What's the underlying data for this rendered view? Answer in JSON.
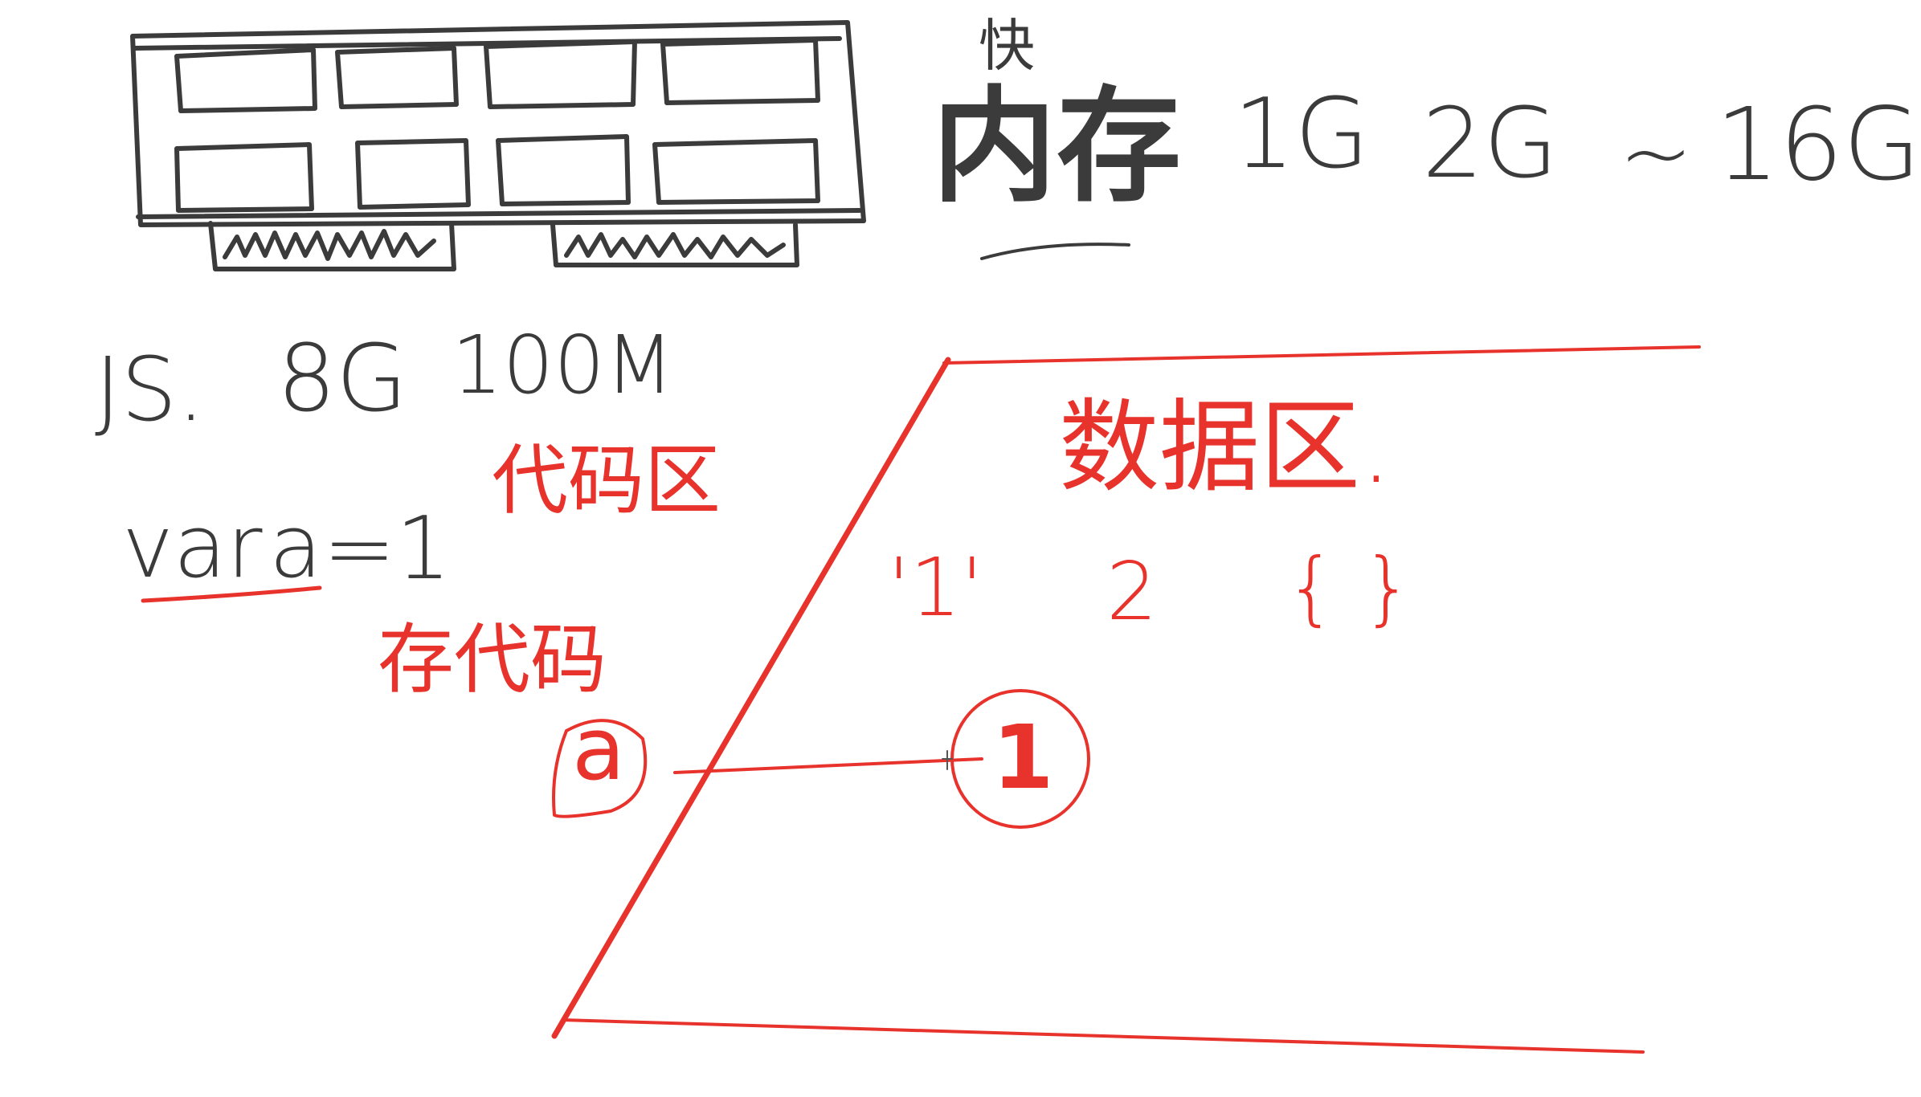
{
  "canvas": {
    "background": "#ffffff",
    "ink_dark": "#3b3b3b",
    "ink_red": "#e8322c"
  },
  "memory": {
    "title": "内存",
    "note_above": "快",
    "sizes": [
      "1G",
      "2G",
      "~",
      "16G"
    ]
  },
  "js_line": {
    "label": "JS.",
    "size_a": "8G",
    "size_b": "100M"
  },
  "code": {
    "statement_keyword": "var",
    "statement_var": "a",
    "statement_rest": "=1",
    "code_area_label": "代码区",
    "stores_code_label": "存代码",
    "variable_circle": "a"
  },
  "data_area": {
    "label": "数据区.",
    "values": [
      "'1'",
      "2",
      "{ }"
    ],
    "value_circle": "1"
  }
}
